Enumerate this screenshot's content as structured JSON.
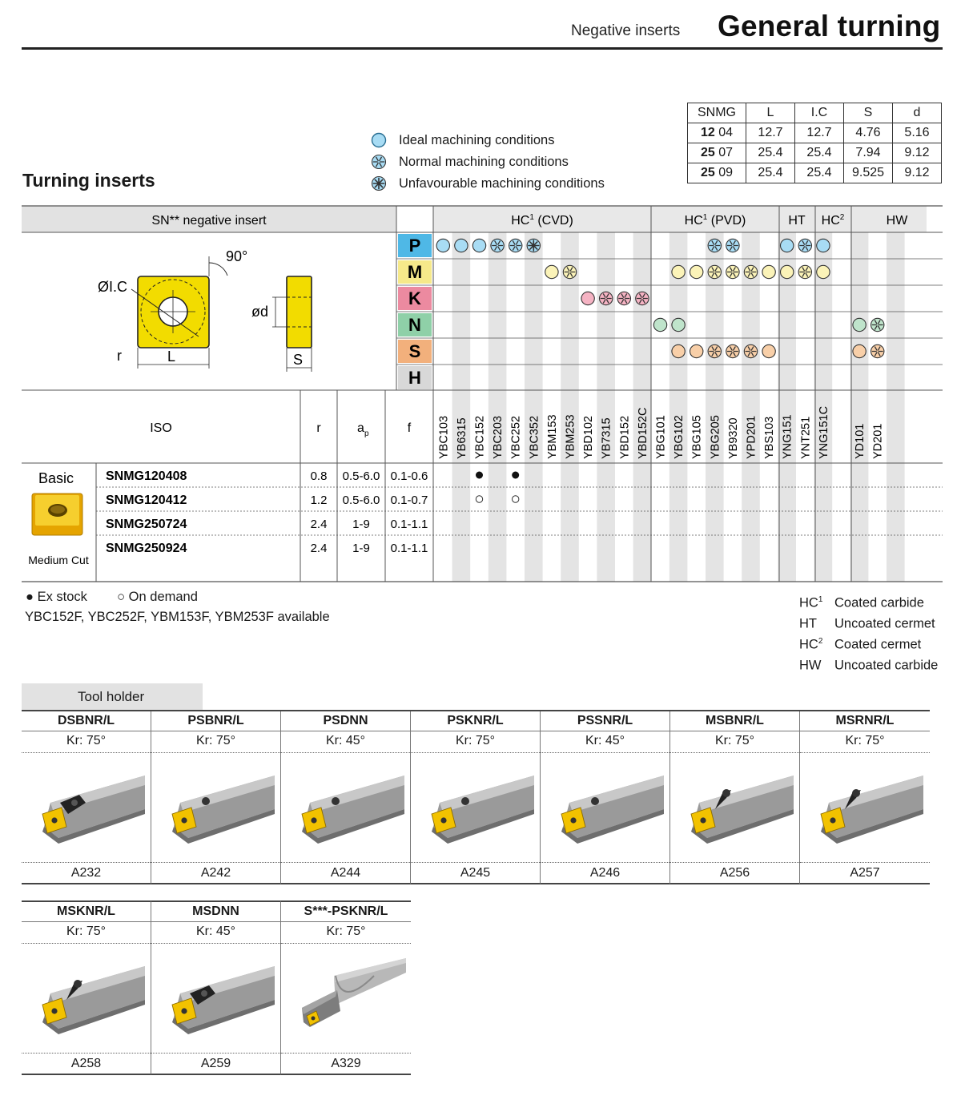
{
  "header": {
    "subtitle": "Negative inserts",
    "title": "General turning"
  },
  "section_title": "Turning inserts",
  "dims_table": {
    "headers": [
      "SNMG",
      "L",
      "I.C",
      "S",
      "d"
    ],
    "rows": [
      {
        "code_bold": "12",
        "code": "04",
        "L": "12.7",
        "IC": "12.7",
        "S": "4.76",
        "d": "5.16"
      },
      {
        "code_bold": "25",
        "code": "07",
        "L": "25.4",
        "IC": "25.4",
        "S": "7.94",
        "d": "9.12"
      },
      {
        "code_bold": "25",
        "code": "09",
        "L": "25.4",
        "IC": "25.4",
        "S": "9.525",
        "d": "9.12"
      }
    ]
  },
  "legend": {
    "ideal": "Ideal machining conditions",
    "normal": "Normal machining conditions",
    "unfavourable": "Unfavourable machining conditions"
  },
  "insert_title": "SN** negative insert",
  "drawing_labels": {
    "angle": "90°",
    "ic": "ØI.C",
    "r": "r",
    "l": "L",
    "d": "ød",
    "s": "S"
  },
  "groups": [
    {
      "label": "HC",
      "sup": "1",
      "suffix": " (CVD)"
    },
    {
      "label": "HC",
      "sup": "1",
      "suffix": " (PVD)"
    },
    {
      "label": "HT",
      "sup": "",
      "suffix": ""
    },
    {
      "label": "HC",
      "sup": "2",
      "suffix": ""
    },
    {
      "label": "HW",
      "sup": "",
      "suffix": ""
    }
  ],
  "materials": [
    {
      "letter": "P",
      "color": "#4fb8e6"
    },
    {
      "letter": "M",
      "color": "#f6e98a"
    },
    {
      "letter": "K",
      "color": "#ec8aa0"
    },
    {
      "letter": "N",
      "color": "#8fd0a8"
    },
    {
      "letter": "S",
      "color": "#f2b07c"
    },
    {
      "letter": "H",
      "color": "#d8d8d8"
    }
  ],
  "material_fills": {
    "P": "#a8dcf4",
    "M": "#fbf3b8",
    "K": "#f5b3c3",
    "N": "#bfe4cb",
    "S": "#f8cfa8"
  },
  "grades": [
    "YBC103",
    "YB6315",
    "YBC152",
    "YBC203",
    "YBC252",
    "YBC352",
    "YBM153",
    "YBM253",
    "YBD102",
    "YB7315",
    "YBD152",
    "YBD152C",
    "YBG101",
    "YBG102",
    "YBG105",
    "YBG205",
    "YB9320",
    "YPD201",
    "YBS103",
    "YNG151",
    "YNT251",
    "YNG151C",
    "",
    "YD101",
    "YD201",
    ""
  ],
  "conditions": {
    "P": [
      "ideal",
      "ideal",
      "ideal",
      "normal",
      "normal",
      "unfav",
      "",
      "",
      "",
      "",
      "",
      "",
      "",
      "",
      "",
      "normal",
      "normal",
      "",
      "",
      "ideal",
      "normal",
      "ideal",
      "",
      "",
      "",
      ""
    ],
    "M": [
      "",
      "",
      "",
      "",
      "",
      "",
      "ideal",
      "normal",
      "",
      "",
      "",
      "",
      "",
      "ideal",
      "ideal",
      "normal",
      "normal",
      "normal",
      "ideal",
      "ideal",
      "normal",
      "ideal",
      "",
      "",
      "",
      ""
    ],
    "K": [
      "",
      "",
      "",
      "",
      "",
      "",
      "",
      "",
      "ideal",
      "normal",
      "normal",
      "normal",
      "",
      "",
      "",
      "",
      "",
      "",
      "",
      "",
      "",
      "",
      "",
      "",
      "",
      ""
    ],
    "N": [
      "",
      "",
      "",
      "",
      "",
      "",
      "",
      "",
      "",
      "",
      "",
      "",
      "ideal",
      "ideal",
      "",
      "",
      "",
      "",
      "",
      "",
      "",
      "",
      "",
      "ideal",
      "normal",
      ""
    ],
    "S": [
      "",
      "",
      "",
      "",
      "",
      "",
      "",
      "",
      "",
      "",
      "",
      "",
      "",
      "ideal",
      "ideal",
      "normal",
      "normal",
      "normal",
      "ideal",
      "",
      "",
      "",
      "",
      "ideal",
      "normal",
      ""
    ],
    "H": [
      "",
      "",
      "",
      "",
      "",
      "",
      "",
      "",
      "",
      "",
      "",
      "",
      "",
      "",
      "",
      "",
      "",
      "",
      "",
      "",
      "",
      "",
      "",
      "",
      "",
      ""
    ]
  },
  "table_headers": {
    "iso": "ISO",
    "r": "r",
    "ap": "a",
    "ap_sub": "p",
    "f": "f"
  },
  "basic_label": "Basic",
  "medium_cut_label": "Medium Cut",
  "inserts": [
    {
      "code": "SNMG120408",
      "r": "0.8",
      "ap": "0.5-6.0",
      "f": "0.1-0.6",
      "stock": {
        "2": "stock",
        "4": "stock"
      }
    },
    {
      "code": "SNMG120412",
      "r": "1.2",
      "ap": "0.5-6.0",
      "f": "0.1-0.7",
      "stock": {
        "2": "demand",
        "4": "demand"
      }
    },
    {
      "code": "SNMG250724",
      "r": "2.4",
      "ap": "1-9",
      "f": "0.1-1.1",
      "stock": {}
    },
    {
      "code": "SNMG250924",
      "r": "2.4",
      "ap": "1-9",
      "f": "0.1-1.1",
      "stock": {}
    }
  ],
  "stock_legend": {
    "ex": "Ex stock",
    "demand": "On demand"
  },
  "available_note": "YBC152F, YBC252F, YBM153F, YBM253F available",
  "grade_legend": [
    {
      "code": "HC",
      "sup": "1",
      "desc": "Coated carbide"
    },
    {
      "code": "HT",
      "sup": "",
      "desc": "Uncoated cermet"
    },
    {
      "code": "HC",
      "sup": "2",
      "desc": "Coated cermet"
    },
    {
      "code": "HW",
      "sup": "",
      "desc": "Uncoated carbide"
    }
  ],
  "tool_holder_title": "Tool holder",
  "tools": [
    {
      "name": "DSBNR/L",
      "kr": "Kr: 75°",
      "ref": "A232",
      "style": "clamp"
    },
    {
      "name": "PSBNR/L",
      "kr": "Kr: 75°",
      "ref": "A242",
      "style": "pin"
    },
    {
      "name": "PSDNN",
      "kr": "Kr: 45°",
      "ref": "A244",
      "style": "pin"
    },
    {
      "name": "PSKNR/L",
      "kr": "Kr: 75°",
      "ref": "A245",
      "style": "pin"
    },
    {
      "name": "PSSNR/L",
      "kr": "Kr: 45°",
      "ref": "A246",
      "style": "pin"
    },
    {
      "name": "MSBNR/L",
      "kr": "Kr: 75°",
      "ref": "A256",
      "style": "lever"
    },
    {
      "name": "MSRNR/L",
      "kr": "Kr: 75°",
      "ref": "A257",
      "style": "lever"
    },
    {
      "name": "MSKNR/L",
      "kr": "Kr: 75°",
      "ref": "A258",
      "style": "lever"
    },
    {
      "name": "MSDNN",
      "kr": "Kr: 45°",
      "ref": "A259",
      "style": "clamp"
    },
    {
      "name": "S***-PSKNR/L",
      "kr": "Kr: 75°",
      "ref": "A329",
      "style": "bar"
    }
  ]
}
